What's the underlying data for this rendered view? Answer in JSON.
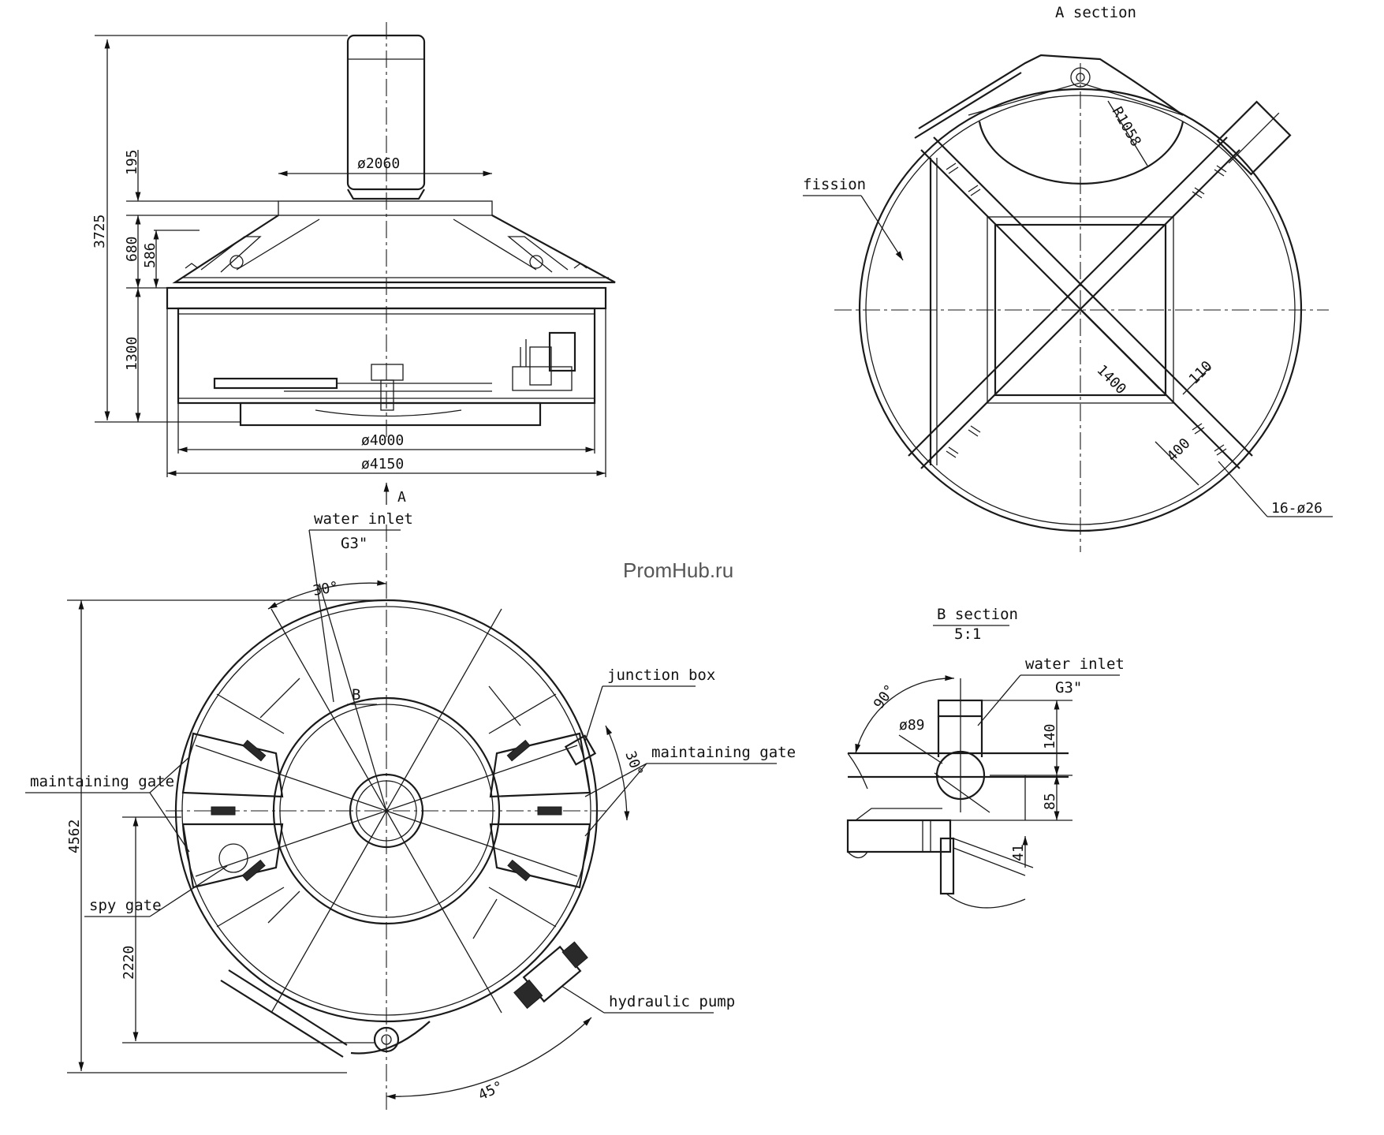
{
  "watermark": "PromHub.ru",
  "front_view": {
    "dims": {
      "total_height": "3725",
      "h195": "195",
      "h680": "680",
      "h586": "586",
      "h1300": "1300",
      "motor_dia": "ø2060",
      "inner_dia": "ø4000",
      "outer_dia": "ø4150"
    },
    "section_arrow": "A"
  },
  "a_section": {
    "title": "A section",
    "fission_label": "fission",
    "radius": "R1058",
    "dim1400": "1400",
    "dim110": "110",
    "dim400": "400",
    "holes": "16-ø26"
  },
  "top_view": {
    "water_inlet": "water inlet",
    "water_inlet_size": "G3\"",
    "angle30_top": "30°",
    "angle30_right": "30°",
    "angle45": "45°",
    "b_mark": "B",
    "junction_box": "junction box",
    "maintaining_gate_right": "maintaining gate",
    "maintaining_gate_left": "maintaining gate",
    "spy_gate": "spy gate",
    "hydraulic_pump": "hydraulic pump",
    "dim4562": "4562",
    "dim2220": "2220"
  },
  "b_section": {
    "title": "B section",
    "scale": "5:1",
    "water_inlet": "water inlet",
    "water_inlet_size": "G3\"",
    "angle90": "90°",
    "dia89": "ø89",
    "dim140": "140",
    "dim85": "85",
    "dim41": "41"
  }
}
